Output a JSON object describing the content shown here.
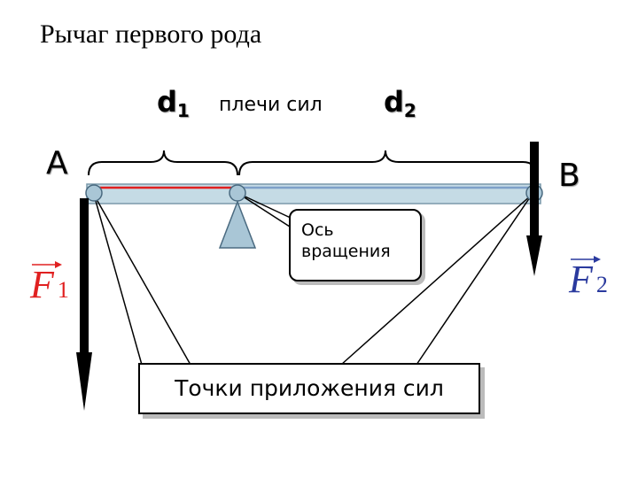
{
  "title": "Рычаг первого рода",
  "arm_left_label": {
    "letter": "d",
    "index": "1"
  },
  "arm_right_label": {
    "letter": "d",
    "index": "2"
  },
  "arms_caption": "плечи сил",
  "end_left": "A",
  "end_right": "B",
  "force_left": {
    "symbol": "F",
    "index": "1",
    "color": "#e02020"
  },
  "force_right": {
    "symbol": "F",
    "index": "2",
    "color": "#2a3a9e"
  },
  "axis_callout": {
    "line1": "Ось",
    "line2": "вращения"
  },
  "points_caption": "Точки приложения сил",
  "colors": {
    "lever_fill": "#c5dbe5",
    "left_arm_line": "#e02020",
    "right_arm_line": "#7ea0c8",
    "fulcrum": "#a9c6d6",
    "arrow": "#000000"
  }
}
